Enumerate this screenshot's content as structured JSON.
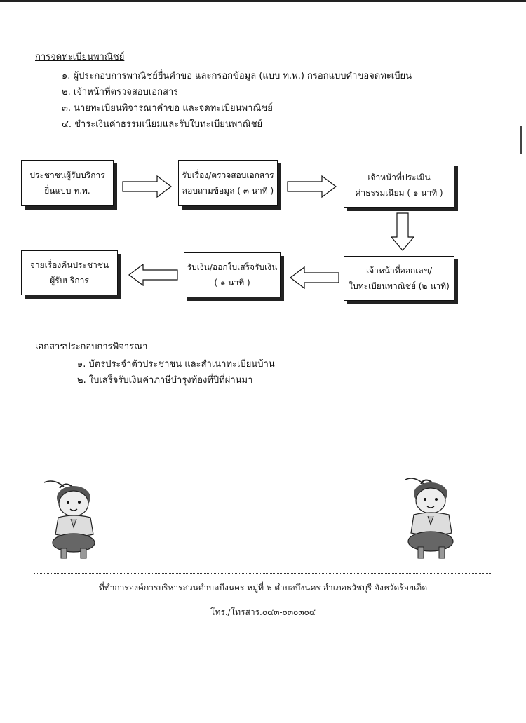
{
  "section_title": "การจดทะเบียนพาณิชย์",
  "steps": [
    "๑. ผู้ประกอบการพาณิชย์ยื่นคำขอ และกรอกข้อมูล (แบบ ท.พ.) กรอกแบบคำขอจดทะเบียน",
    "๒. เจ้าหน้าที่ตรวจสอบเอกสาร",
    "๓. นายทะเบียนพิจารณาคำขอ และจดทะเบียนพาณิชย์",
    "๔. ชำระเงินค่าธรรมเนียมและรับใบทะเบียนพาณิชย์"
  ],
  "flow": {
    "box1": {
      "line1": "ประชาชนผู้รับบริการ",
      "line2": "ยื่นแบบ ท.พ."
    },
    "box2": {
      "line1": "รับเรื่อง/ตรวจสอบเอกสาร",
      "line2": "สอบถามข้อมูล ( ๓ นาที )"
    },
    "box3": {
      "line1": "เจ้าหน้าที่ประเมิน",
      "line2": "ค่าธรรมเนียม ( ๑ นาที )"
    },
    "box4": {
      "line1": "เจ้าหน้าที่ออกเลข/",
      "line2": "ใบทะเบียนพาณิชย์ (๒ นาที)"
    },
    "box5": {
      "line1": "รับเงิน/ออกใบเสร็จรับเงิน",
      "line2": "( ๑ นาที )"
    },
    "box6": {
      "line1": "จ่ายเรื่องคืนประชาชน",
      "line2": "ผู้รับบริการ"
    }
  },
  "documents_title": "เอกสารประกอบการพิจารณา",
  "documents": [
    "๑. บัตรประจำตัวประชาชน และสำเนาทะเบียนบ้าน",
    "๒. ใบเสร็จรับเงินค่าภาษีบำรุงท้องที่ปีที่ผ่านมา"
  ],
  "footer": {
    "address": "ที่ทำการองค์การบริหารส่วนตำบลบึงนคร หมู่ที่ ๖ ตำบลบึงนคร อำเภอธวัชบุรี จังหวัดร้อยเอ็ด",
    "phone": "โทร./โทรสาร.๐๔๓-๐๓๐๓๐๔"
  }
}
